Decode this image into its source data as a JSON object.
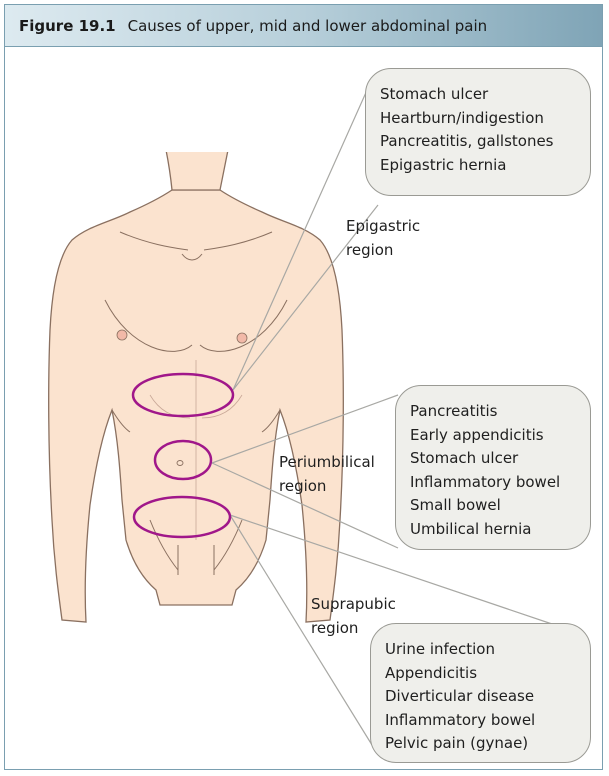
{
  "header": {
    "figure_label": "Figure 19.1",
    "title": "Causes of upper, mid and lower abdominal pain"
  },
  "regions": [
    {
      "id": "epigastric",
      "label_line1": "Epigastric",
      "label_line2": "region",
      "causes": [
        "Stomach ulcer",
        "Heartburn/indigestion",
        "Pancreatitis, gallstones",
        "Epigastric hernia"
      ]
    },
    {
      "id": "periumbilical",
      "label_line1": "Periumbilical",
      "label_line2": "region",
      "causes": [
        "Pancreatitis",
        "Early appendicitis",
        "Stomach ulcer",
        "Inflammatory bowel",
        "Small bowel",
        "Umbilical hernia"
      ]
    },
    {
      "id": "suprapubic",
      "label_line1": "Suprapubic",
      "label_line2": "region",
      "causes": [
        "Urine infection",
        "Appendicitis",
        "Diverticular disease",
        "Inflammatory bowel",
        "Pelvic pain (gynae)"
      ]
    }
  ],
  "colors": {
    "skin": "#fbe3cf",
    "skin_outline": "#8a7060",
    "region_ring": "#a0178a",
    "box_fill": "#efefeb",
    "connector": "#a8a8a4"
  }
}
